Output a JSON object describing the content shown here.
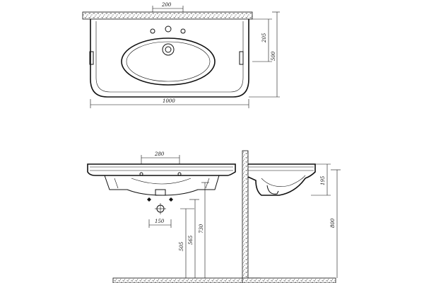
{
  "top_view": {
    "dim_tap_spacing": "200",
    "dim_depth_to_bowl": "205",
    "dim_total_depth": "500",
    "dim_total_width": "1000"
  },
  "front_view": {
    "dim_tap_spacing": "280",
    "dim_waste_spacing": "150",
    "dim_height_a": "505",
    "dim_height_b": "565",
    "dim_height_c": "730"
  },
  "side_view": {
    "dim_basin_height": "195",
    "dim_total_height": "800"
  },
  "colors": {
    "ink": "#111111",
    "paper": "#ffffff"
  }
}
